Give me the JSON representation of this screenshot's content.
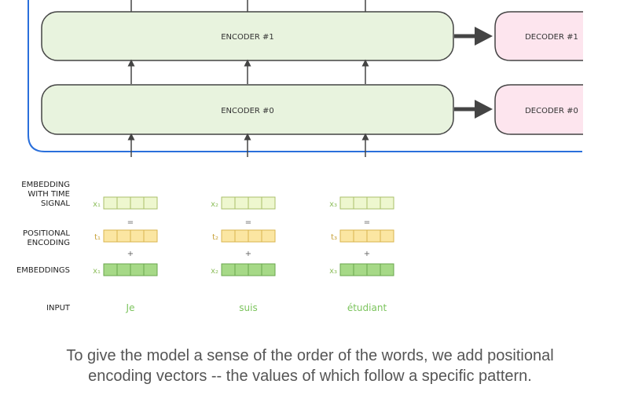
{
  "encoders": [
    {
      "label": "ENCODER #1"
    },
    {
      "label": "ENCODER #0"
    }
  ],
  "decoders": [
    {
      "label": "DECODER #1"
    },
    {
      "label": "DECODER #0"
    }
  ],
  "row_labels": {
    "embedding_with_time_signal": [
      "EMBEDDING",
      "WITH TIME",
      "SIGNAL"
    ],
    "positional_encoding": [
      "POSITIONAL",
      "ENCODING"
    ],
    "embeddings": "EMBEDDINGS",
    "input": "INPUT"
  },
  "operators": {
    "equals": "=",
    "plus": "+"
  },
  "tokens": [
    {
      "x_label": "x₁",
      "t_label": "t₁",
      "word": "Je"
    },
    {
      "x_label": "x₂",
      "t_label": "t₂",
      "word": "suis"
    },
    {
      "x_label": "x₃",
      "t_label": "t₃",
      "word": "étudiant"
    }
  ],
  "caption": [
    "To give the model a sense of the order of the words, we add positional",
    "encoding vectors -- the values of which follow a specific pattern."
  ],
  "colors": {
    "encoder_fill": "#e8f3de",
    "decoder_fill": "#fde5ee",
    "frame": "#2a6fdb",
    "arrow": "#444444",
    "time_signal_fill": "#eef7cf",
    "time_signal_stroke": "#a9bf69",
    "positional_fill": "#fbe6a2",
    "positional_stroke": "#d8b44e",
    "embedding_fill": "#a6d987",
    "embedding_stroke": "#6aa64d",
    "x_label": "#8fbf5e",
    "t_label": "#c8a23a",
    "word": "#7cc45d"
  }
}
